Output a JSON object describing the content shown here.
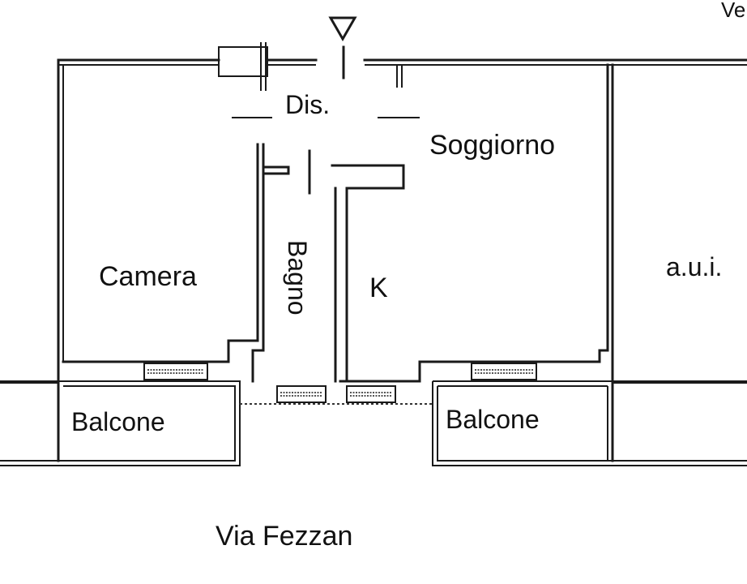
{
  "rooms": {
    "camera": "Camera",
    "bagno": "Bagno",
    "disimpegno": "Dis.",
    "soggiorno": "Soggiorno",
    "cucina": "K",
    "aui": "a.u.i.",
    "balcone_left": "Balcone",
    "balcone_right": "Balcone"
  },
  "street": "Via Fezzan",
  "corner_text": "Ve"
}
